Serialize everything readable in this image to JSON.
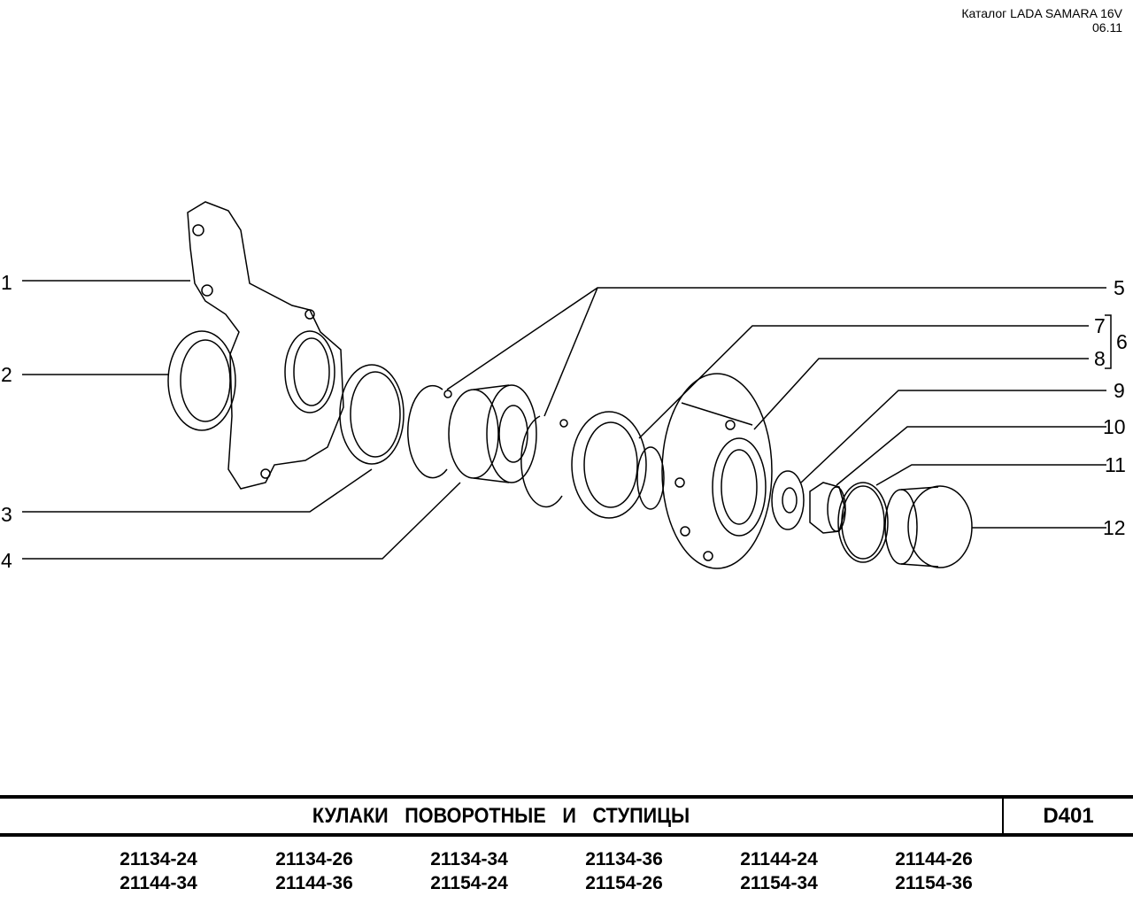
{
  "header": {
    "catalog": "Каталог LADA SAMARA 16V",
    "date": "06.11"
  },
  "callouts": [
    "1",
    "2",
    "3",
    "4",
    "5",
    "6",
    "7",
    "8",
    "9",
    "10",
    "11",
    "12"
  ],
  "footer": {
    "title": "КУЛАКИ ПОВОРОТНЫЕ И СТУПИЦЫ",
    "code": "D401",
    "models": [
      [
        "21134-24",
        "21134-26",
        "21134-34",
        "21134-36",
        "21144-24",
        "21144-26"
      ],
      [
        "21144-34",
        "21144-36",
        "21154-24",
        "21154-26",
        "21154-34",
        "21154-36"
      ]
    ]
  }
}
